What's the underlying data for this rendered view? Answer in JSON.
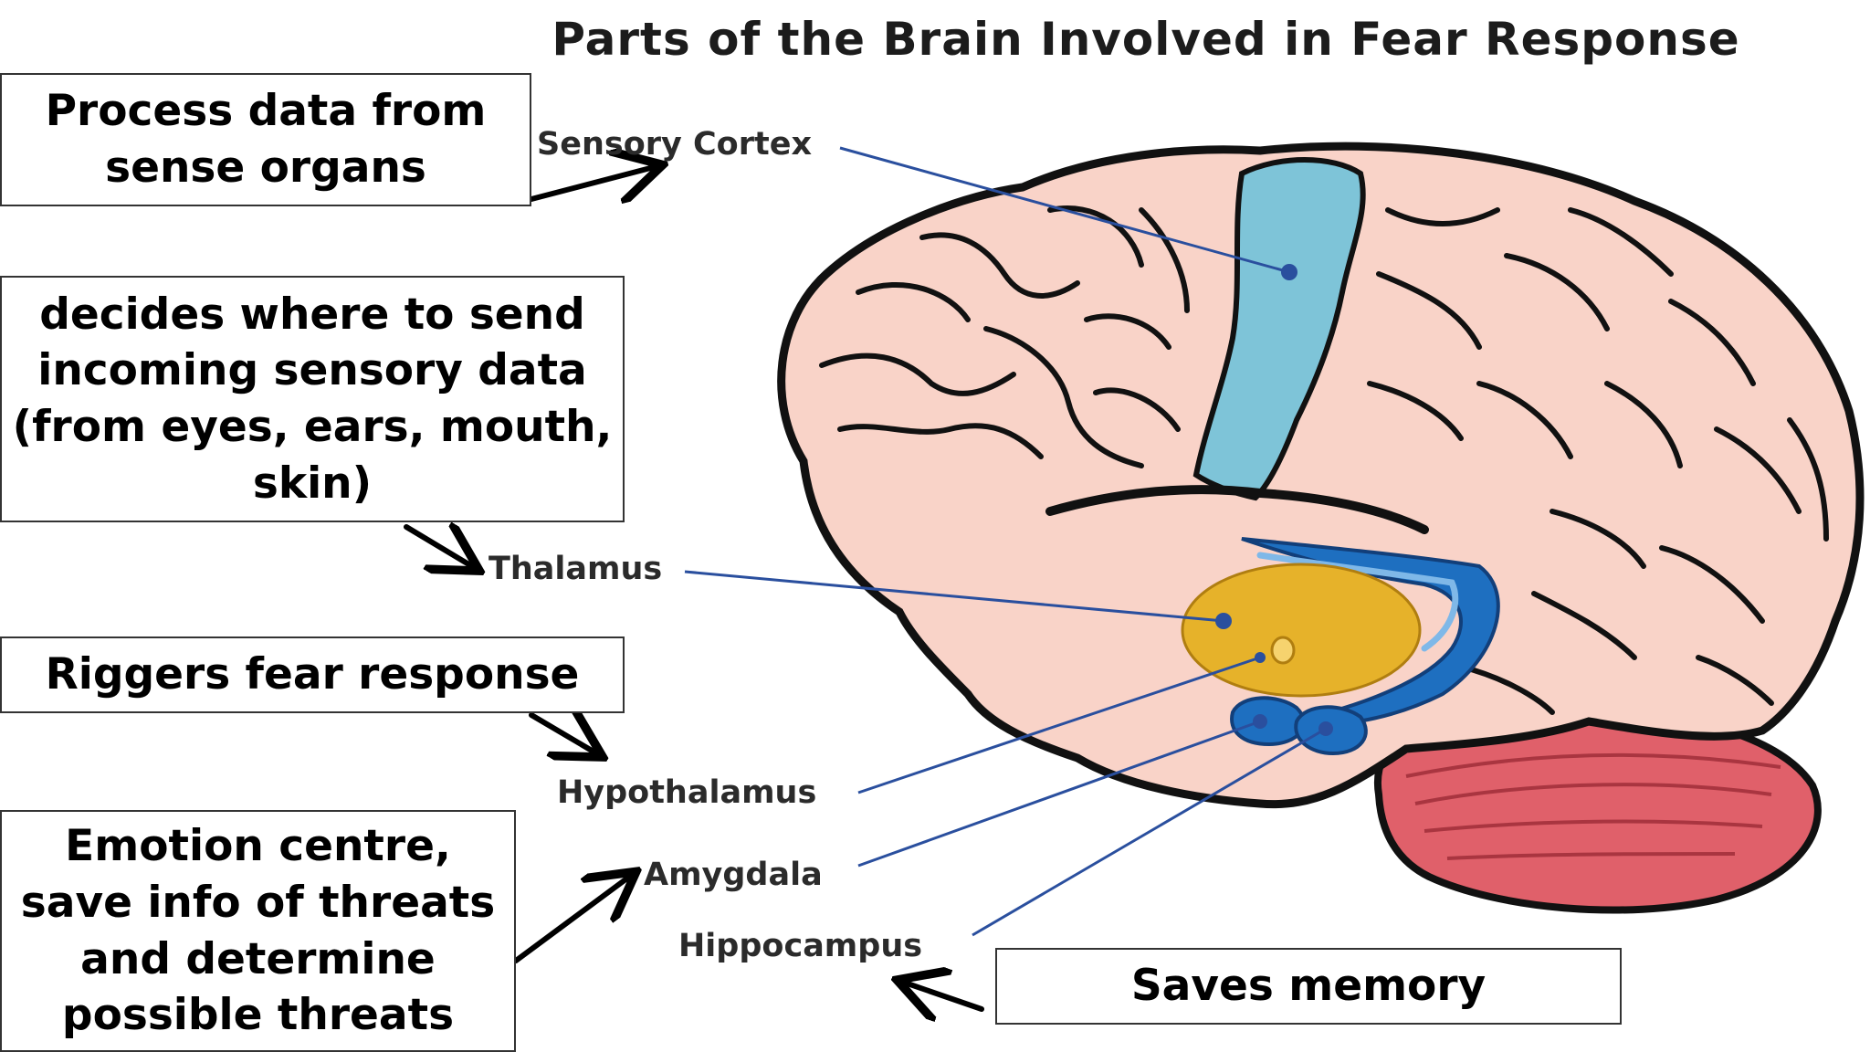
{
  "title": "Parts of the Brain Involved in Fear Response",
  "brain_labels": {
    "sensory_cortex": "Sensory Cortex",
    "thalamus": "Thalamus",
    "hypothalamus": "Hypothalamus",
    "amygdala": "Amygdala",
    "hippocampus": "Hippocampus"
  },
  "notes": {
    "sensory_cortex": "Process data from\nsense organs",
    "thalamus": "decides where to send\nincoming sensory data\n(from eyes, ears, mouth,\nskin)",
    "hypothalamus": "Riggers fear response",
    "amygdala": "Emotion centre,\nsave info of threats\nand determine\npossible threats",
    "hippocampus": "Saves memory"
  },
  "colors": {
    "brain_fill": "#f9d3c8",
    "outline": "#111111",
    "sensory_cortex": "#7ec4d8",
    "thalamus": "#e6b22a",
    "limbic_blue": "#1e6fc0",
    "cerebellum": "#e0606a",
    "leader_line": "#2a4f9e"
  }
}
